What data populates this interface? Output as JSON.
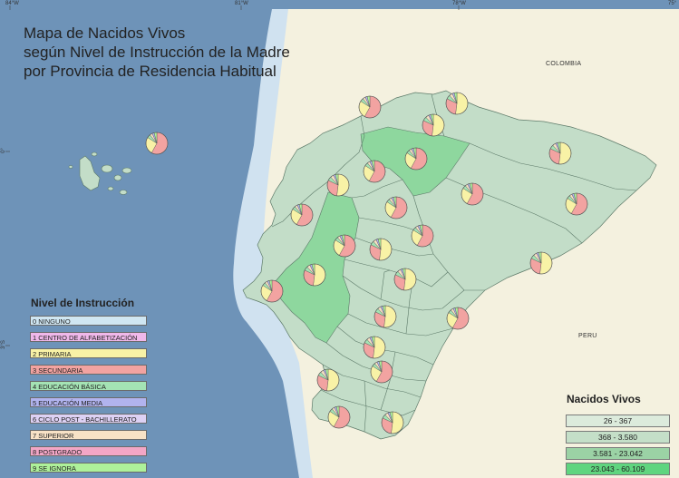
{
  "title": {
    "line1": "Mapa de Nacidos Vivos",
    "line2": "según Nivel de Instrucción de la Madre",
    "line3": "por Provincia de Residencia Habitual"
  },
  "graticule": {
    "top": [
      "84°W",
      "81°W",
      "78°W",
      "75°"
    ],
    "left": [
      "0°",
      "3°S"
    ]
  },
  "labels": {
    "colombia": "COLOMBIA",
    "peru": "PERU"
  },
  "legend_instruccion": {
    "title": "Nivel de Instrucción",
    "items": [
      {
        "label": "0 NINGUNO",
        "color": "#cfe6f2"
      },
      {
        "label": "1 CENTRO DE ALFABETIZACIÓN",
        "color": "#f0b8ea"
      },
      {
        "label": "2 PRIMARIA",
        "color": "#f8f2a6"
      },
      {
        "label": "3 SECUNDARIA",
        "color": "#f2a3a1"
      },
      {
        "label": "4 EDUCACIÓN BÁSICA",
        "color": "#a4e3b4"
      },
      {
        "label": "5 EDUCACIÓN MEDIA",
        "color": "#b1b3ee"
      },
      {
        "label": "6 CICLO POST - BACHILLERATO",
        "color": "#ddd1f4"
      },
      {
        "label": "7 SUPERIOR",
        "color": "#f8e2c6"
      },
      {
        "label": "8 POSTGRADO",
        "color": "#f2a6c6"
      },
      {
        "label": "9 SE IGNORA",
        "color": "#aef19a"
      }
    ]
  },
  "legend_nacidos": {
    "title": "Nacidos Vivos",
    "items": [
      {
        "label": "26 - 367",
        "color": "#dcebdc"
      },
      {
        "label": "368 - 3.580",
        "color": "#c4dfc8"
      },
      {
        "label": "3.581 - 23.042",
        "color": "#9bd2a5"
      },
      {
        "label": "23.043 - 60.109",
        "color": "#5fd57f"
      }
    ]
  },
  "colors": {
    "ocean": "#6e93b8",
    "coast_shallow": "#d0e2f0",
    "neighbor_land": "#f4f1df",
    "border": "#5d7a69"
  }
}
